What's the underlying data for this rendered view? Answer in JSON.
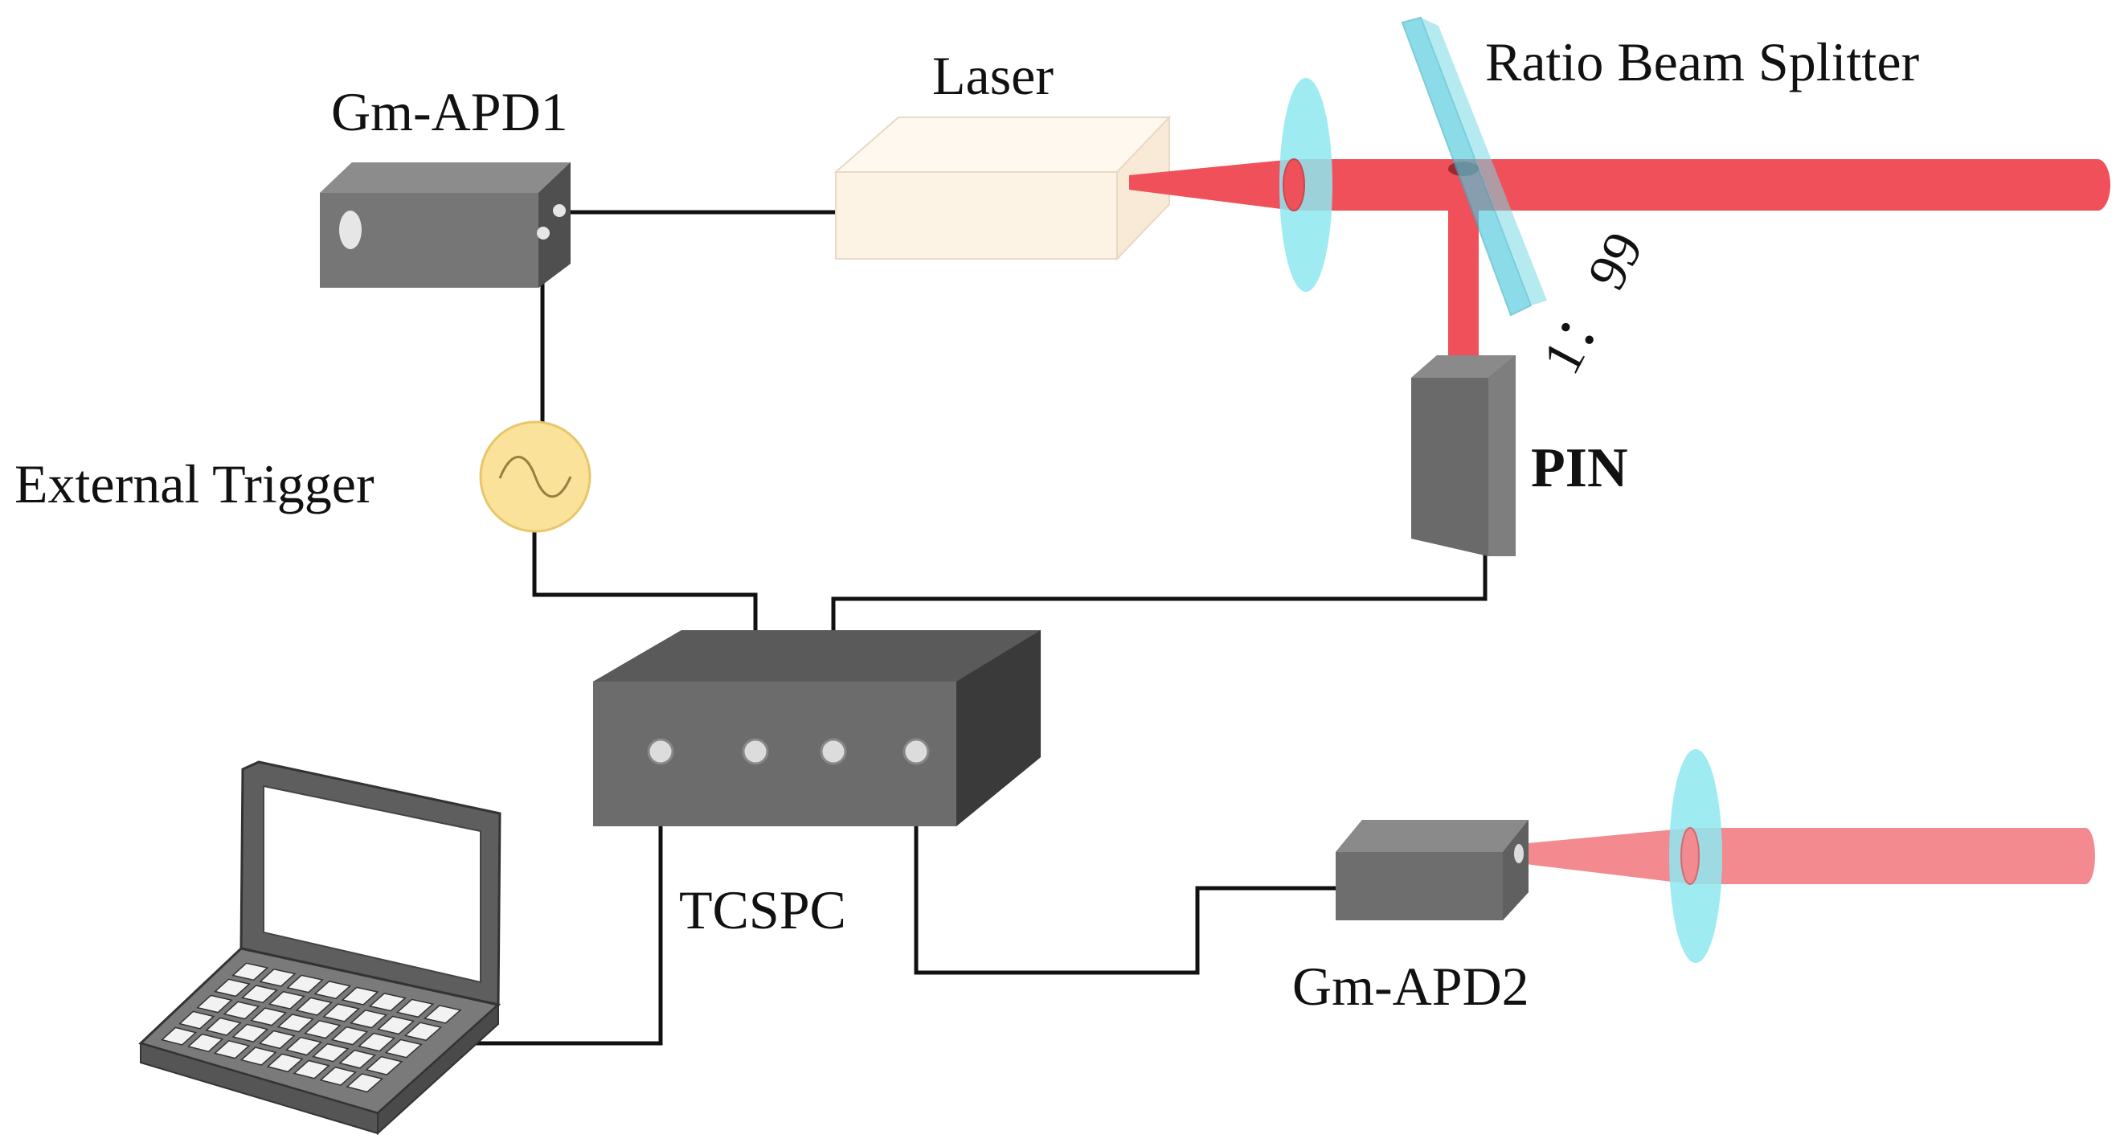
{
  "labels": {
    "laser": "Laser",
    "beam_splitter": "Ratio Beam Splitter",
    "gm_apd1": "Gm-APD1",
    "ratio": "1： 99",
    "pin": "PIN",
    "external_trigger": "External Trigger",
    "tcspc": "TCSPC",
    "gm_apd2": "Gm-APD2"
  },
  "colors": {
    "beam": "#f0505a",
    "beam_faint": "#f38a90",
    "lens": "#8ee8f0",
    "device_gray": "#6e6e6e",
    "laser_body": "#fdf3e4",
    "trigger": "#fbe29a",
    "wire": "#111111"
  }
}
